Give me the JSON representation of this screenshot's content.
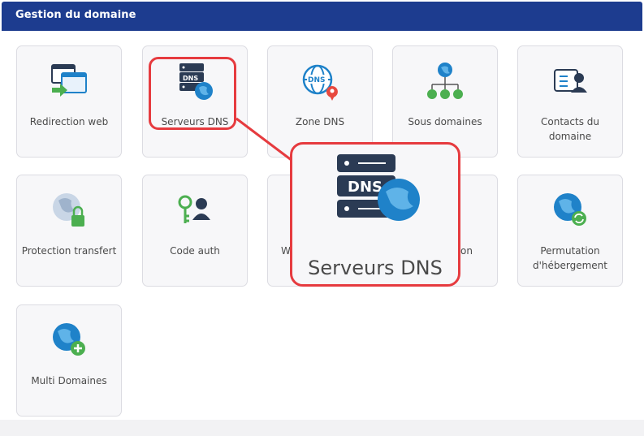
{
  "header": {
    "title": "Gestion du domaine"
  },
  "tiles": [
    {
      "label": "Redirection web",
      "icon": "web-redirect-icon"
    },
    {
      "label": "Serveurs DNS",
      "icon": "dns-server-icon"
    },
    {
      "label": "Zone DNS",
      "icon": "dns-zone-icon"
    },
    {
      "label": "Sous domaines",
      "icon": "subdomains-icon"
    },
    {
      "label": "Contacts du domaine",
      "icon": "domain-contacts-icon"
    },
    {
      "label": "Protection transfert",
      "icon": "transfer-lock-icon"
    },
    {
      "label": "Code auth",
      "icon": "auth-code-icon"
    },
    {
      "label": "W",
      "icon": "web-icon"
    },
    {
      "label": "on",
      "icon": "partial-icon"
    },
    {
      "label": "Permutation d'hébergement",
      "icon": "hosting-swap-icon"
    },
    {
      "label": "Multi Domaines",
      "icon": "multi-domains-icon"
    }
  ],
  "zoom": {
    "label": "Serveurs DNS",
    "icon_text": "DNS"
  },
  "dns_badge": "DNS",
  "colors": {
    "header": "#1d3c8f",
    "highlight": "#e63b3f",
    "globe": "#1f82c9"
  }
}
